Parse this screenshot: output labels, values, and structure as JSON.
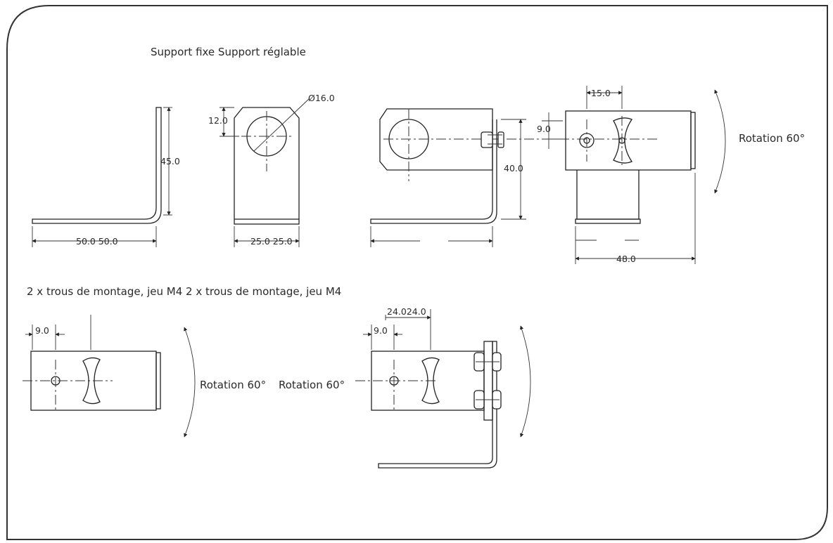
{
  "titles": {
    "top": "Support fixe Support réglable",
    "middle": "2 x trous de montage, jeu M4 2 x trous de montage, jeu M4"
  },
  "dimensions": {
    "side_height": "45.0",
    "side_length": "50.0 50.0",
    "front_hole_offset": "12.0",
    "front_hole_diameter": "Ø16.0",
    "front_width": "25.0 25.0",
    "adj_height": "40.0",
    "adj_slot_offset": "9.0",
    "adj_slot_width": "15.0",
    "adj_total_width": "48.0",
    "bottom_left_offset": "9.0",
    "bottom_right_offset": "9.0",
    "bottom_right_pos": "24.024.0"
  },
  "rotations": {
    "top_right": "Rotation 60°",
    "bottom_left": "Rotation 60°",
    "bottom_right": "Rotation 60°"
  }
}
